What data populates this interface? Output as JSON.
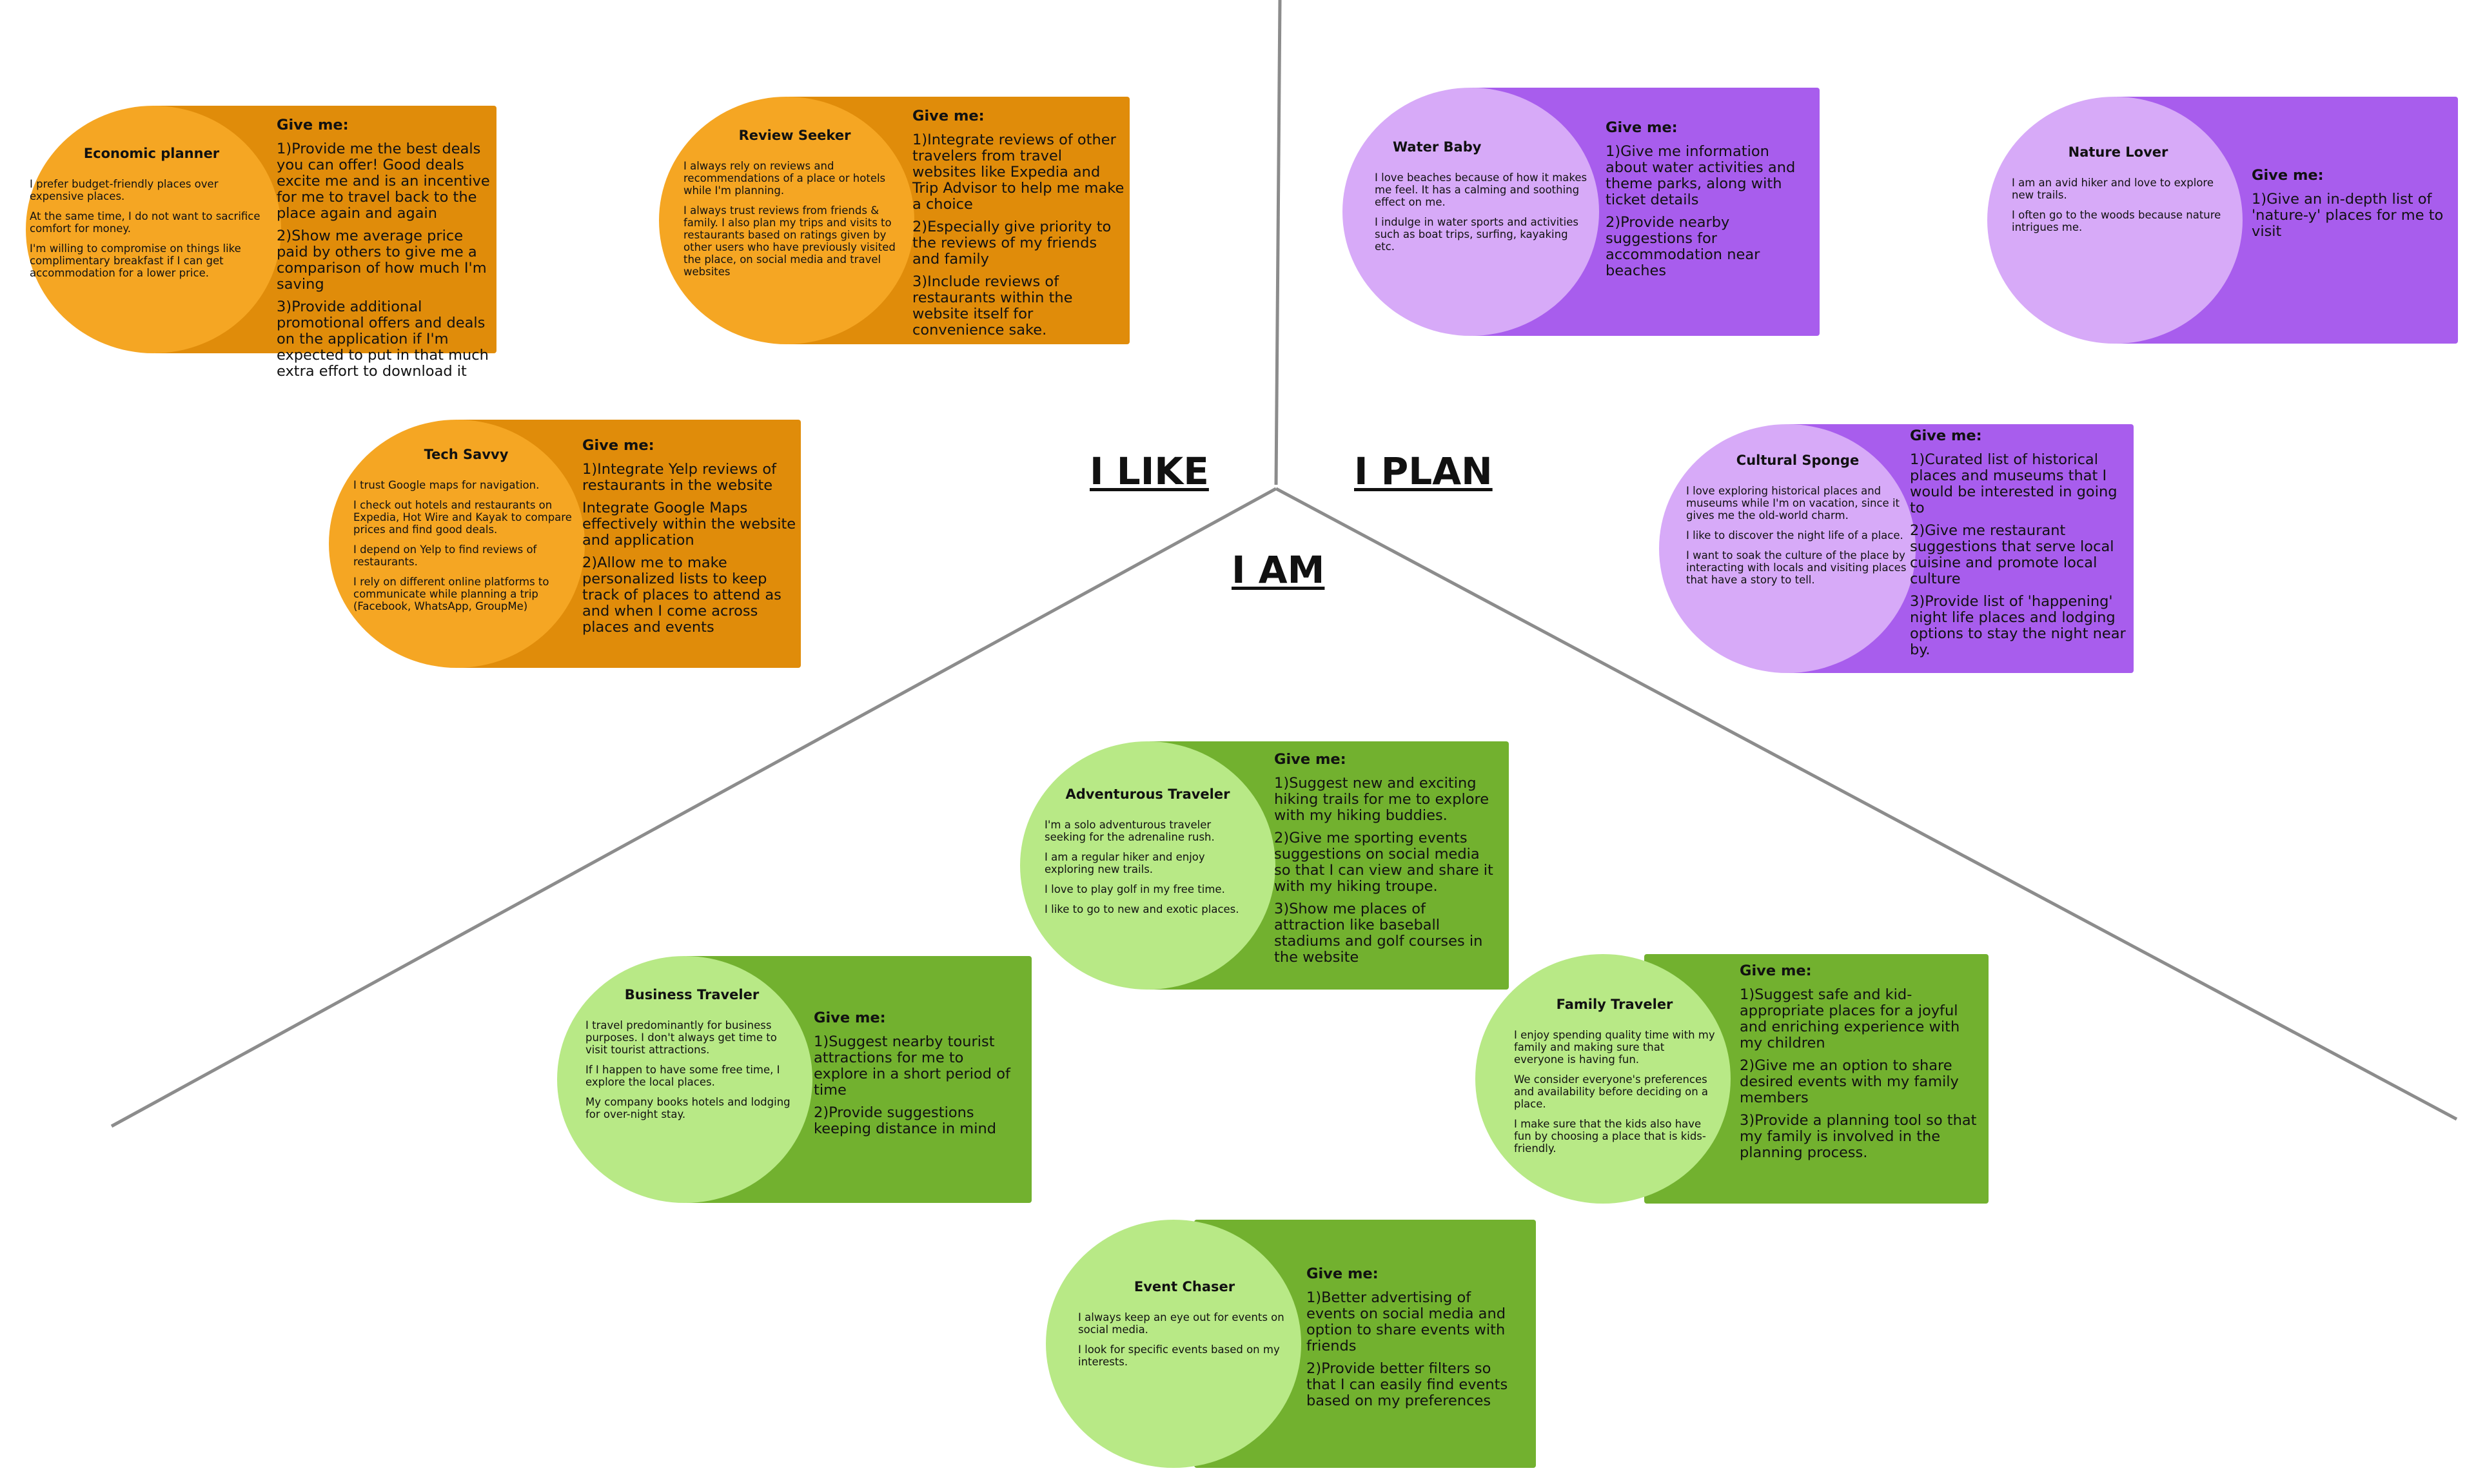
{
  "labels": {
    "like": "I LIKE",
    "plan": "I PLAN",
    "am": "I AM"
  },
  "colors": {
    "orange_rect": "#e08c0a",
    "orange_circle": "#f5a623",
    "purple_rect": "#a85ded",
    "purple_circle": "#d7aaf8",
    "green_rect": "#72b12f",
    "green_circle": "#b8e986",
    "divider_line": "#8c8c8c"
  },
  "cards": {
    "economic_planner": {
      "title": "Economic planner",
      "traits": [
        "I prefer budget-friendly places over expensive places.",
        "At the same time, I do not want to sacrifice comfort for money.",
        "I'm willing to compromise on things like complimentary breakfast if I can get accommodation for a lower price."
      ],
      "give_me": "Give me:",
      "needs": [
        "1)Provide me the best deals you can offer! Good deals excite me and is an incentive for me to travel back to the place again and again",
        "2)Show me average price paid by others to give me a comparison of how much I'm saving",
        "3)Provide additional promotional offers and deals on the application if I'm expected to put in that much extra effort to download it"
      ]
    },
    "review_seeker": {
      "title": "Review Seeker",
      "traits": [
        "I always rely on reviews and recommendations of a place or hotels while I'm planning.",
        "I always trust reviews from friends & family. I also plan my trips and visits to restaurants based on ratings given by other users who have previously visited the place, on social media and travel websites"
      ],
      "give_me": "Give me:",
      "needs": [
        "1)Integrate reviews of other travelers from travel websites like Expedia and Trip Advisor to help me make a choice",
        "2)Especially give priority to the reviews of my friends and family",
        "3)Include reviews of restaurants within the website itself for convenience sake."
      ]
    },
    "tech_savvy": {
      "title": "Tech Savvy",
      "traits": [
        "I trust Google maps for navigation.",
        "I check out hotels and restaurants on Expedia, Hot Wire and Kayak to compare prices and find good deals.",
        "I depend on Yelp to find reviews of restaurants.",
        "I rely on different online platforms to communicate while planning a trip (Facebook, WhatsApp, GroupMe)"
      ],
      "give_me": "Give me:",
      "needs": [
        "1)Integrate Yelp reviews of restaurants in the website",
        "Integrate Google Maps effectively within the website and application",
        "2)Allow me to make personalized lists to keep track of places to attend as and when I come across places and events"
      ]
    },
    "water_baby": {
      "title": "Water Baby",
      "traits": [
        "I love beaches because of how it makes me feel. It has a calming and soothing effect on me.",
        "I indulge in water sports and activities such as boat trips, surfing, kayaking etc."
      ],
      "give_me": "Give me:",
      "needs": [
        "1)Give me information about water activities and theme parks, along with ticket details",
        "2)Provide nearby suggestions for accommodation near beaches"
      ]
    },
    "nature_lover": {
      "title": "Nature Lover",
      "traits": [
        "I am an avid hiker and love to explore new trails.",
        "I often go to the woods because nature intrigues me."
      ],
      "give_me": "Give me:",
      "needs": [
        "1)Give an in-depth list of 'nature-y' places for me to visit"
      ]
    },
    "cultural_sponge": {
      "title": "Cultural Sponge",
      "traits": [
        "I love exploring historical places and museums while I'm on vacation, since it gives me the old-world charm.",
        "I like to discover the night life of a place.",
        "I want to soak the culture of the place by interacting with locals and visiting places that have a story to tell."
      ],
      "give_me": "Give me:",
      "needs": [
        "1)Curated list of historical places and museums that I would be interested in going to",
        "2)Give me restaurant suggestions that serve local cuisine and promote local culture",
        "3)Provide list of 'happening' night life places and lodging options to stay the night near by."
      ]
    },
    "adventurous_traveler": {
      "title": "Adventurous Traveler",
      "traits": [
        "I'm a solo adventurous traveler seeking for the adrenaline rush.",
        "I am a regular hiker and enjoy exploring new trails.",
        "I love to play golf in my free time.",
        "I like to go to new and exotic places."
      ],
      "give_me": "Give me:",
      "needs": [
        "1)Suggest new and exciting hiking trails for me to explore with my hiking buddies.",
        "2)Give me sporting events suggestions on social media so that I can view and share it with my hiking troupe.",
        "3)Show me places of attraction like baseball stadiums and golf courses in the website"
      ]
    },
    "business_traveler": {
      "title": "Business Traveler",
      "traits": [
        "I travel predominantly for business purposes. I don't always get time to visit tourist attractions.",
        "If I happen to have some free time, I explore the local places.",
        "My company books hotels and lodging for over-night stay."
      ],
      "give_me": "Give me:",
      "needs": [
        "1)Suggest nearby tourist attractions for me to explore in a short period of time",
        "2)Provide suggestions keeping distance in mind"
      ]
    },
    "family_traveler": {
      "title": "Family Traveler",
      "traits": [
        "I enjoy spending quality time with my family and making sure that everyone is having fun.",
        "We consider everyone's preferences and availability before deciding on a place.",
        "I make sure that the kids also have fun by choosing a place that is kids-friendly."
      ],
      "give_me": "Give me:",
      "needs": [
        "1)Suggest safe and kid-appropriate places for a joyful and enriching experience with my children",
        "2)Give me an option to share desired events with my family members",
        "3)Provide a planning tool so that my family is involved in the planning process."
      ]
    },
    "event_chaser": {
      "title": "Event Chaser",
      "traits": [
        "I always keep an eye out for events on social media.",
        "I look for specific events based on my interests."
      ],
      "give_me": "Give me:",
      "needs": [
        "1)Better advertising of events on social media and option to share events with friends",
        "2)Provide better filters so that I can easily find events based on my preferences"
      ]
    }
  }
}
